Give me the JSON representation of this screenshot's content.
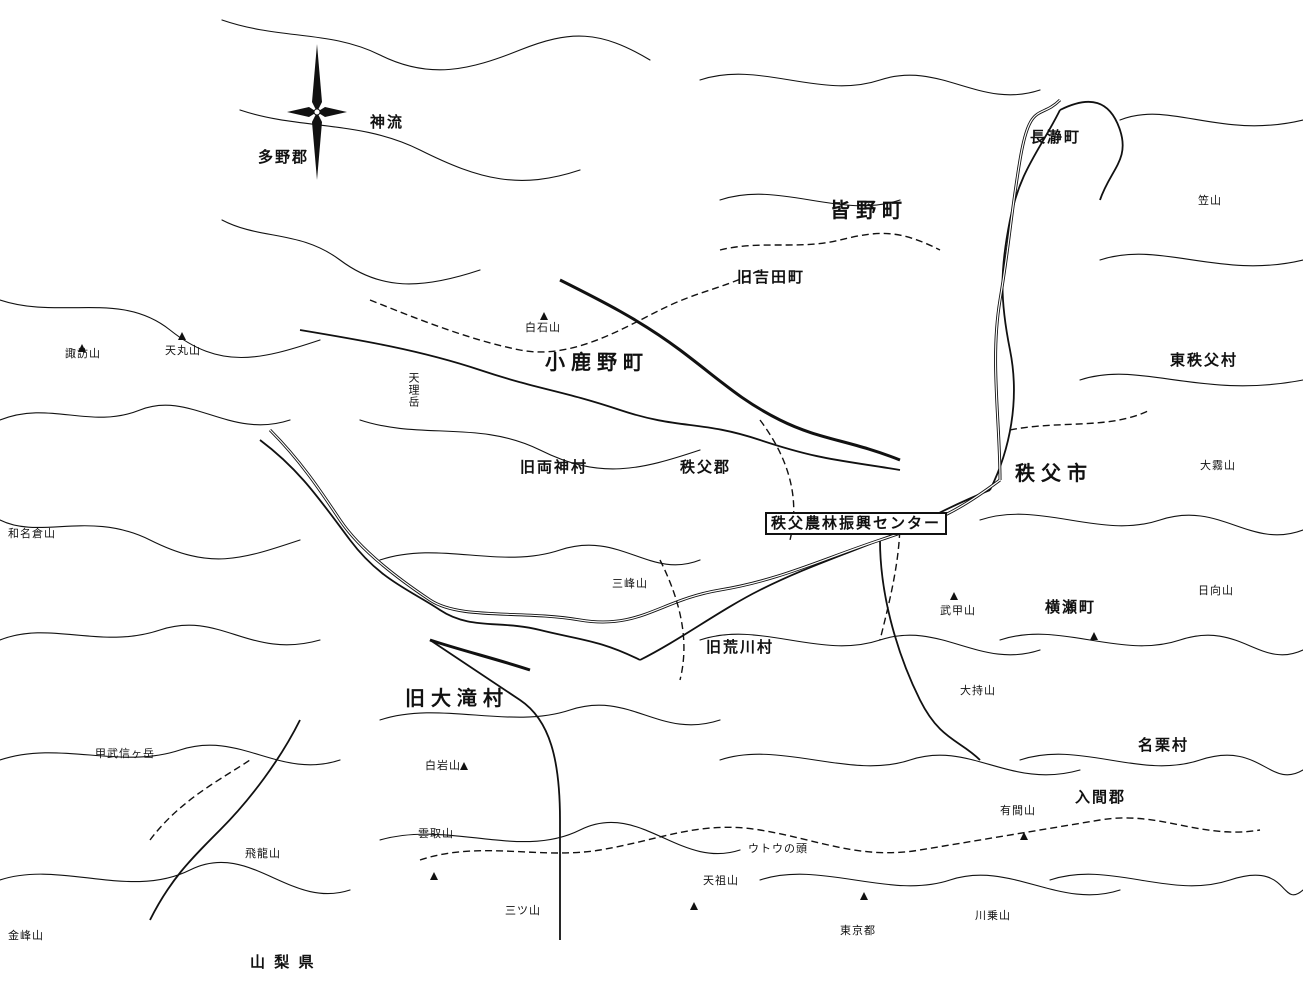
{
  "colors": {
    "ink": "#111111",
    "paper": "#ffffff"
  },
  "icons": {
    "compass": "north-arrow-icon"
  },
  "labels": {
    "chichibu_city": "秩父市",
    "center": "秩父農林振興センター",
    "minano": "皆野町",
    "nagatoro": "長瀞町",
    "ogano": "小鹿野町",
    "yoshida": "旧吉田町",
    "ryokami": "旧両神村",
    "arakawa": "旧荒川村",
    "otaki": "旧大滝村",
    "chichibu_gun": "秩父郡",
    "yokoze": "横瀬町",
    "higashi_chichibu": "東秩父村",
    "tano_gun": "多野郡",
    "kanna": "神流",
    "iruma_gun": "入間郡",
    "naguri": "名栗村",
    "yamanashi": "山 梨 県",
    "tokyo": "東京都",
    "tenmaru": "天丸山",
    "suwa": "諏訪山",
    "tenri": "天理岳",
    "shiraishi": "白石山",
    "buko": "武甲山",
    "okochi": "大持山",
    "shiraiwa": "白岩山",
    "kumotori": "雲取山",
    "hiryu": "飛龍山",
    "kobushi": "甲武信ヶ岳",
    "kanpu": "金峰山",
    "mitsuyama": "三ツ山",
    "tenso": "天祖山",
    "aritsu": "有間山",
    "kawanori": "川乗山",
    "uto": "ウトウの頭",
    "nikko": "日向山",
    "bushu_hiro": "笠山",
    "kagamiyama": "大霧山",
    "sanpo": "三峰山",
    "wakahiko": "和名倉山"
  }
}
